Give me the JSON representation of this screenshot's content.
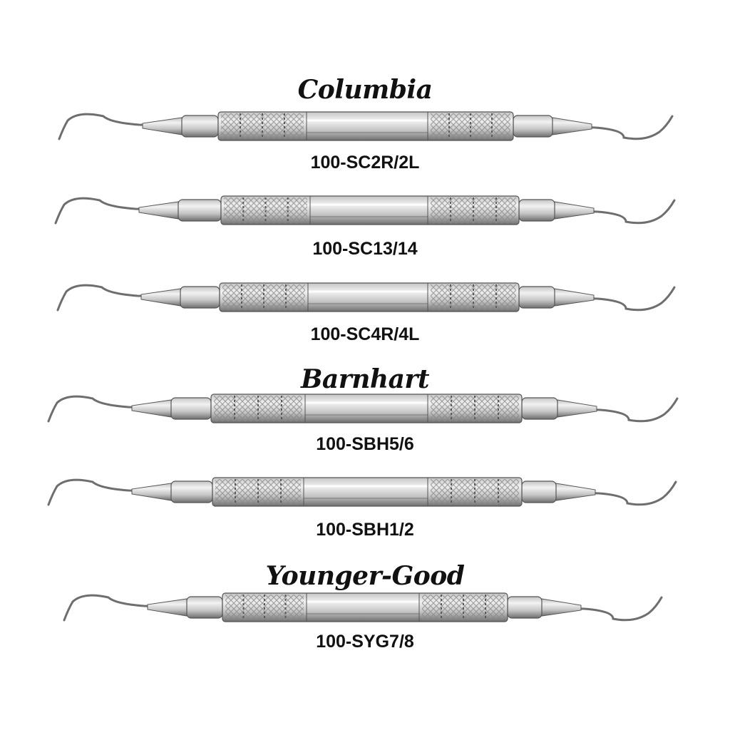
{
  "groups": [
    {
      "title": "Columbia",
      "instruments": [
        "100-SC2R/2L",
        "100-SC13/14",
        "100-SC4R/4L"
      ]
    },
    {
      "title": "Barnhart",
      "instruments": [
        "100-SBH5/6",
        "100-SBH1/2"
      ]
    },
    {
      "title": "Younger-Good",
      "instruments": [
        "100-SYG7/8"
      ]
    }
  ],
  "colors": {
    "background": "#ffffff",
    "text": "#111111",
    "steel_light": "#f2f2f2",
    "steel_mid": "#c4c4c4",
    "steel_dark": "#6e6e6e",
    "outline": "#555555"
  },
  "icons": {
    "instrument": "dental-curette-icon"
  }
}
